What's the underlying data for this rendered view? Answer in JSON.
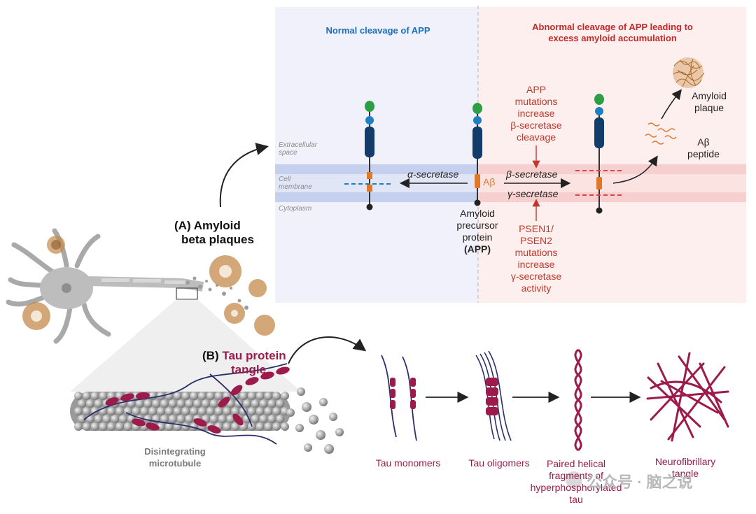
{
  "headers": {
    "normal": "Normal cleavage of APP",
    "abnormal": "Abnormal cleavage of APP leading to excess amyloid accumulation",
    "abnormal_line1": "Abnormal cleavage of APP leading to",
    "abnormal_line2": "excess amyloid accumulation"
  },
  "membrane_labels": {
    "extracellular_1": "Extracellular",
    "extracellular_2": "space",
    "membrane_1": "Cell",
    "membrane_2": "membrane",
    "cytoplasm": "Cytoplasm"
  },
  "enzymes": {
    "alpha": "α-secretase",
    "beta": "β-secretase",
    "gamma": "γ-secretase",
    "abeta_tag": "Aβ"
  },
  "app_label": {
    "line1": "Amyloid",
    "line2": "precursor",
    "line3": "protein",
    "line4": "(APP)"
  },
  "mutations": {
    "app": [
      "APP",
      "mutations",
      "increase",
      "β-secretase",
      "cleavage"
    ],
    "psen": [
      "PSEN1/",
      "PSEN2",
      "mutations",
      "increase",
      "γ-secretase",
      "activity"
    ]
  },
  "products": {
    "plaque_1": "Amyloid",
    "plaque_2": "plaque",
    "peptide_1": "Aβ",
    "peptide_2": "peptide"
  },
  "panels": {
    "a_prefix": "(A)",
    "a_line1": "Amyloid",
    "a_line2": "beta plaques",
    "b_prefix": "(B)",
    "b_line1": "Tau protein",
    "b_line2": "tangle"
  },
  "microtubule": {
    "line1": "Disintegrating",
    "line2": "microtubule"
  },
  "tau_stages": {
    "monomers": "Tau monomers",
    "oligomers": "Tau oligomers",
    "paired_1": "Paired helical",
    "paired_2": "fragments of",
    "paired_3": "hyperphosphorylated",
    "paired_4": "tau",
    "nft_1": "Neurofibrillary",
    "nft_2": "tangle"
  },
  "watermark": "公众号 · 脑之说",
  "colors": {
    "normal_blue": "#1a6fba",
    "abnormal_red": "#c62828",
    "tau_crimson": "#9c1b4a",
    "app_navy": "#123c6a",
    "app_green": "#2e9e44",
    "app_cyan": "#1e7fc1",
    "cleavage_orange": "#e0782a",
    "plaque_brown": "#a86a2a"
  }
}
